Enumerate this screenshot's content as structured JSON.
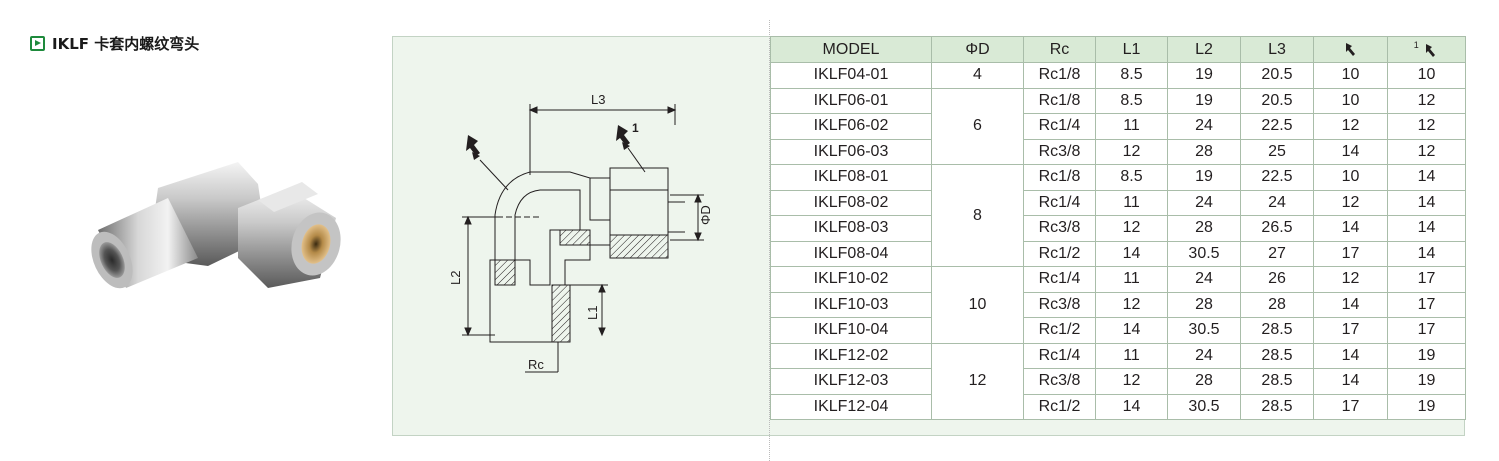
{
  "heading": {
    "title": "IKLF 卡套内螺纹弯头"
  },
  "drawing": {
    "label_l3": "L3",
    "label_l2": "L2",
    "label_l1": "L1",
    "label_rc": "Rc",
    "label_od": "ΦD",
    "label_wrench_index": "1"
  },
  "table": {
    "headers": {
      "model": "MODEL",
      "od": "ΦD",
      "rc": "Rc",
      "l1": "L1",
      "l2": "L2",
      "l3": "L3",
      "wrench1_icon": "wrench-icon",
      "wrench2_prefix": "1",
      "wrench2_icon": "wrench-icon"
    },
    "rows": [
      {
        "model": "IKLF04-01",
        "od": "4",
        "rc": "Rc1/8",
        "l1": "8.5",
        "l2": "19",
        "l3": "20.5",
        "w1": "10",
        "w2": "10"
      },
      {
        "model": "IKLF06-01",
        "od": "6",
        "rc": "Rc1/8",
        "l1": "8.5",
        "l2": "19",
        "l3": "20.5",
        "w1": "10",
        "w2": "12"
      },
      {
        "model": "IKLF06-02",
        "od": "",
        "rc": "Rc1/4",
        "l1": "11",
        "l2": "24",
        "l3": "22.5",
        "w1": "12",
        "w2": "12"
      },
      {
        "model": "IKLF06-03",
        "od": "",
        "rc": "Rc3/8",
        "l1": "12",
        "l2": "28",
        "l3": "25",
        "w1": "14",
        "w2": "12"
      },
      {
        "model": "IKLF08-01",
        "od": "8",
        "rc": "Rc1/8",
        "l1": "8.5",
        "l2": "19",
        "l3": "22.5",
        "w1": "10",
        "w2": "14"
      },
      {
        "model": "IKLF08-02",
        "od": "",
        "rc": "Rc1/4",
        "l1": "11",
        "l2": "24",
        "l3": "24",
        "w1": "12",
        "w2": "14"
      },
      {
        "model": "IKLF08-03",
        "od": "",
        "rc": "Rc3/8",
        "l1": "12",
        "l2": "28",
        "l3": "26.5",
        "w1": "14",
        "w2": "14"
      },
      {
        "model": "IKLF08-04",
        "od": "",
        "rc": "Rc1/2",
        "l1": "14",
        "l2": "30.5",
        "l3": "27",
        "w1": "17",
        "w2": "14"
      },
      {
        "model": "IKLF10-02",
        "od": "10",
        "rc": "Rc1/4",
        "l1": "11",
        "l2": "24",
        "l3": "26",
        "w1": "12",
        "w2": "17"
      },
      {
        "model": "IKLF10-03",
        "od": "",
        "rc": "Rc3/8",
        "l1": "12",
        "l2": "28",
        "l3": "28",
        "w1": "14",
        "w2": "17"
      },
      {
        "model": "IKLF10-04",
        "od": "",
        "rc": "Rc1/2",
        "l1": "14",
        "l2": "30.5",
        "l3": "28.5",
        "w1": "17",
        "w2": "17"
      },
      {
        "model": "IKLF12-02",
        "od": "12",
        "rc": "Rc1/4",
        "l1": "11",
        "l2": "24",
        "l3": "28.5",
        "w1": "14",
        "w2": "19"
      },
      {
        "model": "IKLF12-03",
        "od": "",
        "rc": "Rc3/8",
        "l1": "12",
        "l2": "28",
        "l3": "28.5",
        "w1": "14",
        "w2": "19"
      },
      {
        "model": "IKLF12-04",
        "od": "",
        "rc": "Rc1/2",
        "l1": "14",
        "l2": "30.5",
        "l3": "28.5",
        "w1": "17",
        "w2": "19"
      }
    ],
    "od_groups": [
      {
        "value": "4",
        "rows": 1
      },
      {
        "value": "6",
        "rows": 3
      },
      {
        "value": "8",
        "rows": 4
      },
      {
        "value": "10",
        "rows": 3
      },
      {
        "value": "12",
        "rows": 3
      }
    ]
  },
  "colors": {
    "accent": "#1e8a3c",
    "panel_bg": "#eef5ed",
    "header_bg": "#d9ead6",
    "grid": "#a9bda9"
  }
}
